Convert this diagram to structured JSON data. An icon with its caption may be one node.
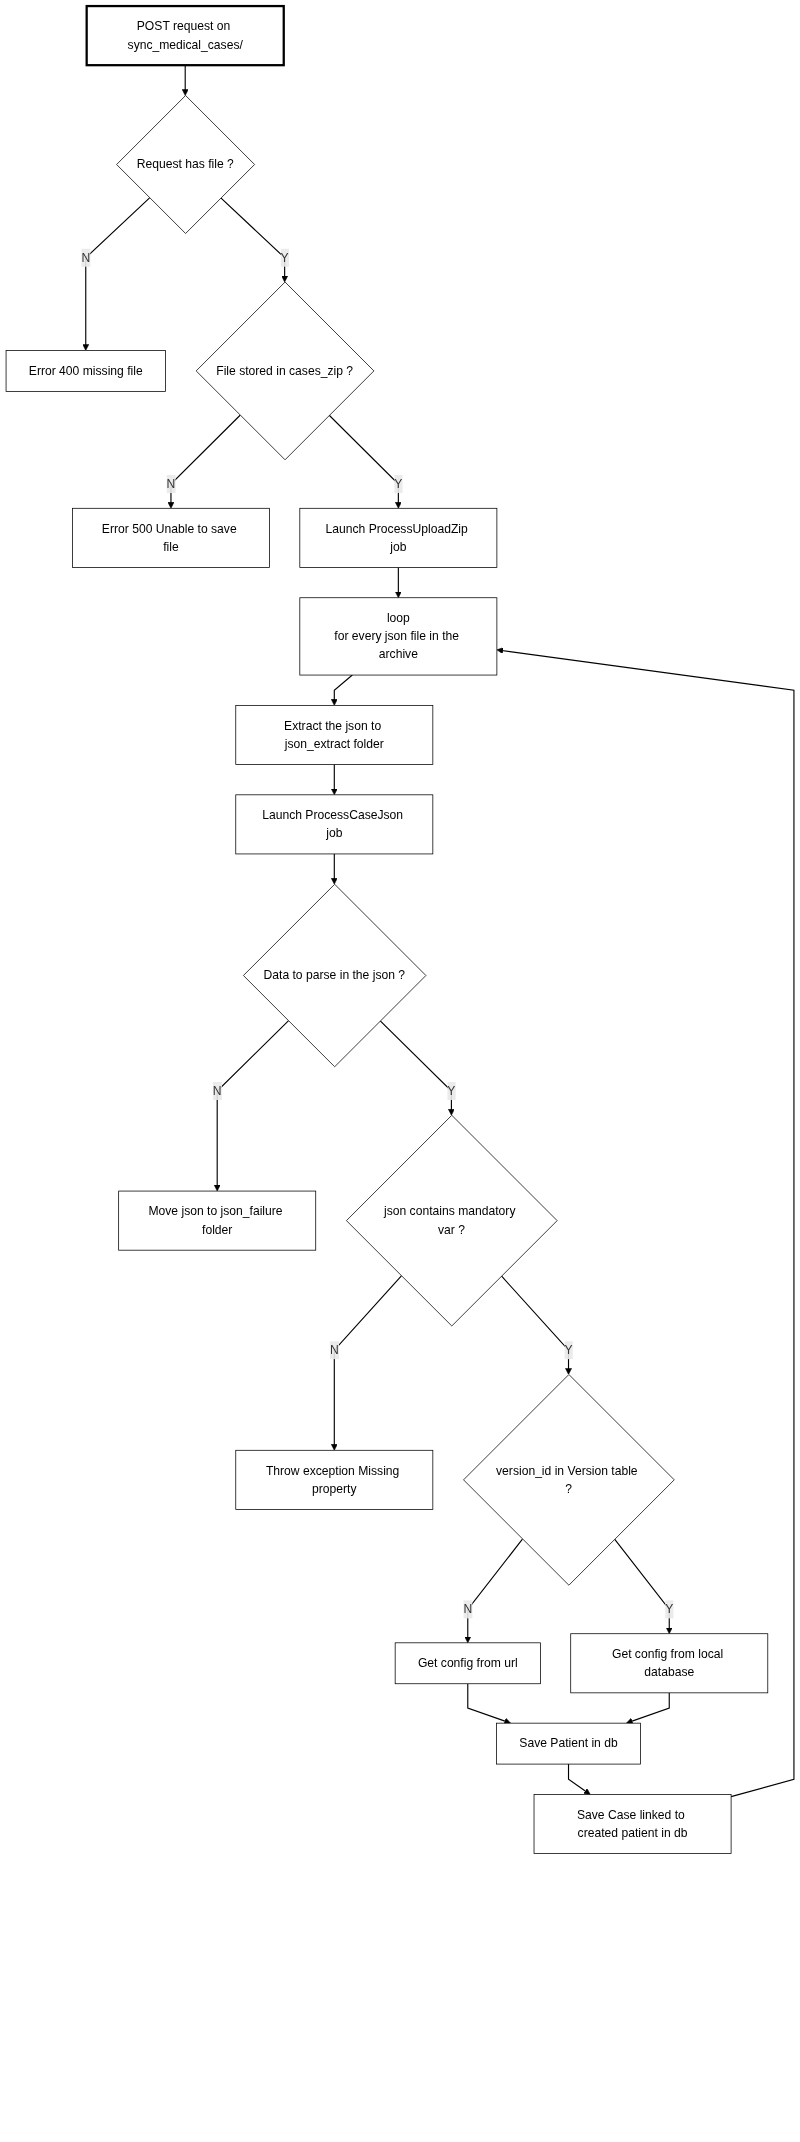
{
  "diagram": {
    "nodes": [
      {
        "text": [
          "POST request on sync_medical_cases/"
        ]
      },
      {
        "text": [
          "Request has file ?"
        ]
      },
      {
        "text": [
          "Error 400 missing file"
        ]
      },
      {
        "text": [
          "File stored in cases_zip ?"
        ]
      },
      {
        "text": [
          "Error 500 Unable to save file"
        ]
      },
      {
        "text": [
          "Launch ProcessUploadZip job"
        ]
      },
      {
        "text": [
          "loop",
          "for every json file in the archive"
        ]
      },
      {
        "text": [
          "Extract the json to json_extract folder"
        ]
      },
      {
        "text": [
          "Launch ProcessCaseJson job"
        ]
      },
      {
        "text": [
          "Data to parse in the json ?"
        ]
      },
      {
        "text": [
          "Move json to json_failure folder"
        ]
      },
      {
        "text": [
          "json contains mandatory var ?"
        ]
      },
      {
        "text": [
          "Throw exception Missing property"
        ]
      },
      {
        "text": [
          "version_id in Version table ?"
        ]
      },
      {
        "text": [
          "Get config from url"
        ]
      },
      {
        "text": [
          "Get config from local database"
        ]
      },
      {
        "text": [
          "Save Patient in db"
        ]
      },
      {
        "text": [
          "Save Case linked to created patient in db"
        ]
      }
    ],
    "edges": [
      {
        "from": 0,
        "to": 1,
        "arrow": "to"
      },
      {
        "from": 1,
        "to": 2,
        "arrow": "to",
        "label": "N"
      },
      {
        "from": 1,
        "to": 3,
        "arrow": "to",
        "label": "Y"
      },
      {
        "from": 3,
        "to": 4,
        "arrow": "to",
        "label": "N"
      },
      {
        "from": 3,
        "to": 5,
        "arrow": "to",
        "label": "Y"
      },
      {
        "from": 5,
        "to": 6,
        "arrow": "to"
      },
      {
        "from": 6,
        "to": 7,
        "arrow": "to"
      },
      {
        "from": 7,
        "to": 8,
        "arrow": "to"
      },
      {
        "from": 8,
        "to": 9,
        "arrow": "to"
      },
      {
        "from": 9,
        "to": 10,
        "arrow": "to",
        "label": "N"
      },
      {
        "from": 9,
        "to": 11,
        "arrow": "to",
        "label": "Y"
      },
      {
        "from": 11,
        "to": 12,
        "arrow": "to",
        "label": "N"
      },
      {
        "from": 11,
        "to": 13,
        "arrow": "to",
        "label": "Y"
      },
      {
        "from": 13,
        "to": 14,
        "arrow": "to",
        "label": "N"
      },
      {
        "from": 13,
        "to": 15,
        "arrow": "to",
        "label": "Y"
      },
      {
        "from": 14,
        "to": 16,
        "arrow": "to"
      },
      {
        "from": 15,
        "to": 16,
        "arrow": "to"
      },
      {
        "from": 16,
        "to": 17,
        "arrow": "to"
      },
      {
        "from": 17,
        "to": 6,
        "arrow": "to"
      }
    ]
  }
}
